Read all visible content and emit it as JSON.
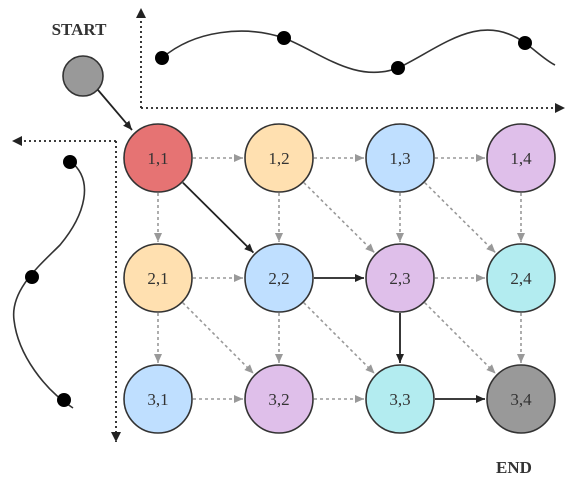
{
  "labels": {
    "start": "START",
    "end": "END"
  },
  "colors": {
    "red": "#e67373",
    "peach": "#ffe0b0",
    "blue": "#bfdfff",
    "purple": "#dfbfea",
    "cyan": "#b3ecf0",
    "gray": "#999999",
    "stroke": "#333333",
    "dashed": "#999999",
    "solid": "#222222"
  },
  "nodes": [
    {
      "id": "1,1",
      "row": 1,
      "col": 1,
      "label": "1,1",
      "color": "red"
    },
    {
      "id": "1,2",
      "row": 1,
      "col": 2,
      "label": "1,2",
      "color": "peach"
    },
    {
      "id": "1,3",
      "row": 1,
      "col": 3,
      "label": "1,3",
      "color": "blue"
    },
    {
      "id": "1,4",
      "row": 1,
      "col": 4,
      "label": "1,4",
      "color": "purple"
    },
    {
      "id": "2,1",
      "row": 2,
      "col": 1,
      "label": "2,1",
      "color": "peach"
    },
    {
      "id": "2,2",
      "row": 2,
      "col": 2,
      "label": "2,2",
      "color": "blue"
    },
    {
      "id": "2,3",
      "row": 2,
      "col": 3,
      "label": "2,3",
      "color": "purple"
    },
    {
      "id": "2,4",
      "row": 2,
      "col": 4,
      "label": "2,4",
      "color": "cyan"
    },
    {
      "id": "3,1",
      "row": 3,
      "col": 1,
      "label": "3,1",
      "color": "blue"
    },
    {
      "id": "3,2",
      "row": 3,
      "col": 2,
      "label": "3,2",
      "color": "purple"
    },
    {
      "id": "3,3",
      "row": 3,
      "col": 3,
      "label": "3,3",
      "color": "cyan"
    },
    {
      "id": "3,4",
      "row": 3,
      "col": 4,
      "label": "3,4",
      "color": "gray"
    }
  ],
  "edges_dashed": [
    [
      "1,1",
      "1,2"
    ],
    [
      "1,2",
      "1,3"
    ],
    [
      "1,3",
      "1,4"
    ],
    [
      "2,1",
      "2,2"
    ],
    [
      "2,3",
      "2,4"
    ],
    [
      "3,1",
      "3,2"
    ],
    [
      "3,2",
      "3,3"
    ],
    [
      "1,1",
      "2,1"
    ],
    [
      "1,2",
      "2,2"
    ],
    [
      "1,3",
      "2,3"
    ],
    [
      "1,4",
      "2,4"
    ],
    [
      "2,1",
      "3,1"
    ],
    [
      "2,2",
      "3,2"
    ],
    [
      "2,4",
      "3,4"
    ],
    [
      "1,2",
      "2,3"
    ],
    [
      "1,3",
      "2,4"
    ],
    [
      "2,1",
      "3,2"
    ],
    [
      "2,2",
      "3,3"
    ],
    [
      "2,3",
      "3,4"
    ]
  ],
  "edges_solid": [
    [
      "1,1",
      "2,2"
    ],
    [
      "2,2",
      "2,3"
    ],
    [
      "2,3",
      "3,3"
    ],
    [
      "3,3",
      "3,4"
    ]
  ]
}
